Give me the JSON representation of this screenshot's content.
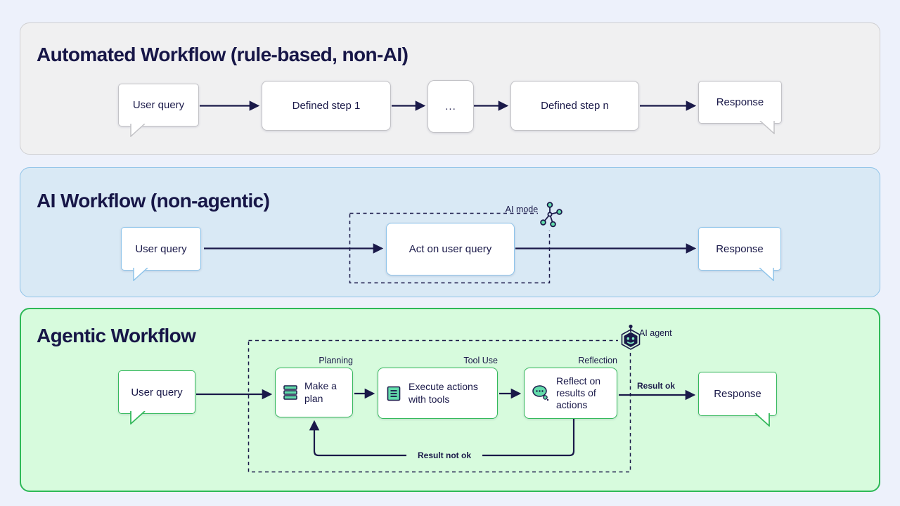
{
  "colors": {
    "page_bg": "#edf1fb",
    "ink": "#1a1949",
    "automated_panel_bg": "#f0f0f1",
    "automated_panel_border": "#cfcfd1",
    "ai_panel_bg": "#d9e9f5",
    "ai_panel_border": "#8fc3e8",
    "agentic_panel_bg": "#d7fbdd",
    "agentic_panel_border": "#2eb957",
    "icon_mint": "#63dcab"
  },
  "icons": {
    "plan": "stack-icon",
    "execute": "document-lines-icon",
    "reflect": "thought-bubble-icon",
    "model": "ai-model-icon",
    "agent": "ai-agent-icon"
  },
  "panels": {
    "automated": {
      "title": "Automated Workflow (rule-based, non-AI)",
      "nodes": {
        "user_query": "User query",
        "step1": "Defined step 1",
        "ellipsis": "...",
        "stepn": "Defined step n",
        "response": "Response"
      }
    },
    "ai": {
      "title": "AI Workflow (non-agentic)",
      "model_label": "AI model",
      "nodes": {
        "user_query": "User query",
        "act": "Act on user query",
        "response": "Response"
      }
    },
    "agentic": {
      "title": "Agentic Workflow",
      "agent_label": "AI agent",
      "stages": {
        "planning": "Planning",
        "tool_use": "Tool Use",
        "reflection": "Reflection"
      },
      "edges": {
        "result_ok": "Result ok",
        "result_not_ok": "Result not ok"
      },
      "nodes": {
        "user_query": "User query",
        "plan": "Make a plan",
        "execute": "Execute actions with tools",
        "reflect": "Reflect on results of actions",
        "response": "Response"
      }
    }
  }
}
